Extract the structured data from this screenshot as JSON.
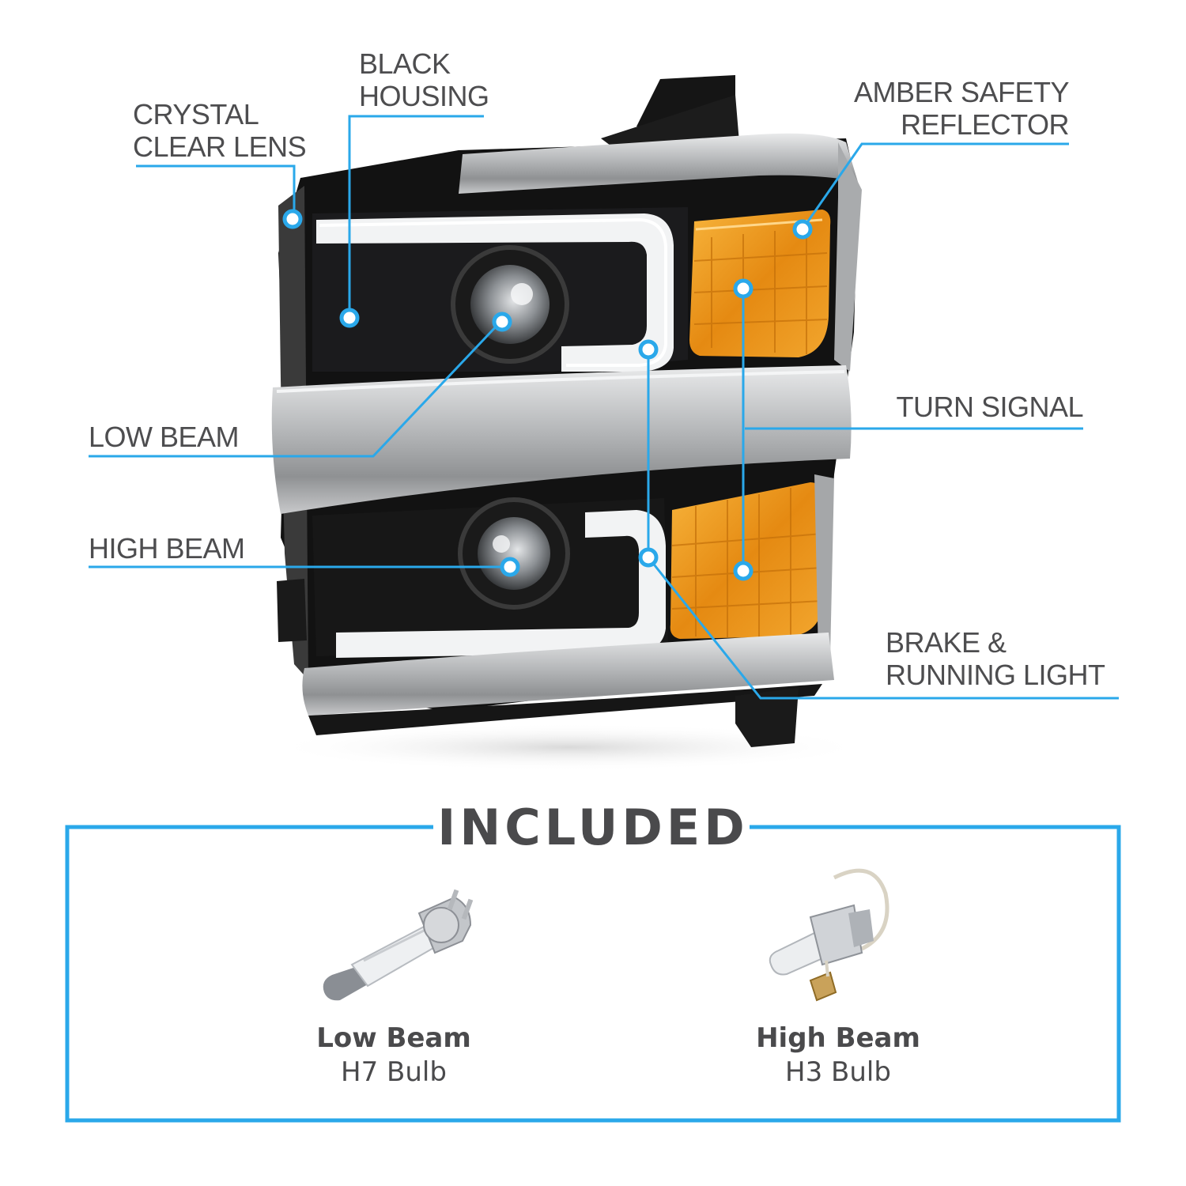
{
  "colors": {
    "accent": "#2aa8ea",
    "text": "#4d4d4f",
    "amber": "#f0a020",
    "chrome": "#b9bbbd",
    "housing": "#141414"
  },
  "callouts": {
    "crystal_clear_lens": "CRYSTAL\nCLEAR LENS",
    "black_housing": "BLACK\nHOUSING",
    "amber_safety_reflector": "AMBER SAFETY\nREFLECTOR",
    "low_beam": "LOW BEAM",
    "turn_signal": "TURN SIGNAL",
    "high_beam": "HIGH BEAM",
    "brake_running_light": "BRAKE &\nRUNNING LIGHT"
  },
  "included": {
    "title": "INCLUDED",
    "items": [
      {
        "name": "Low Beam",
        "type": "H7 Bulb",
        "icon": "h7-bulb-icon"
      },
      {
        "name": "High Beam",
        "type": "H3 Bulb",
        "icon": "h3-bulb-icon"
      }
    ]
  }
}
